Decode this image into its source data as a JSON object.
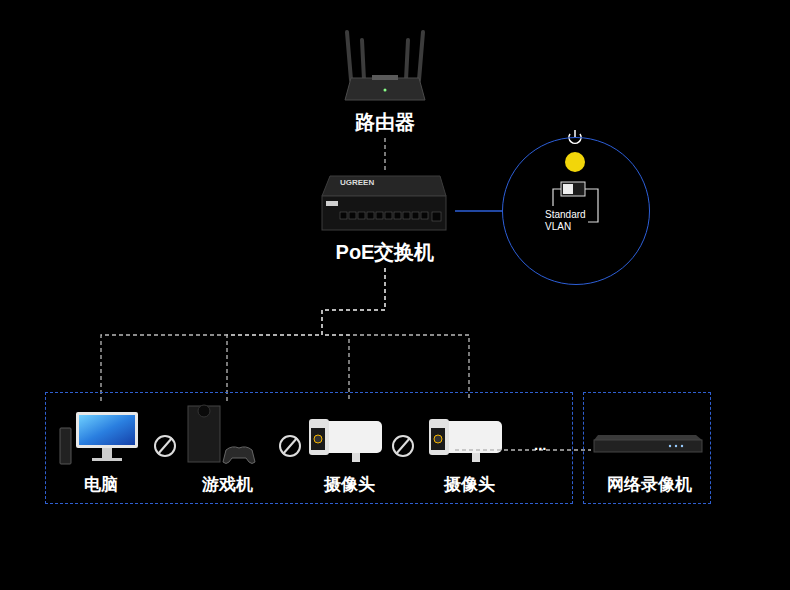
{
  "diagram": {
    "nodes": [
      {
        "text": [
          "路由器"
        ]
      },
      {
        "text": [
          "PoE交换机"
        ]
      },
      {
        "text": [
          "Standard VLAN"
        ]
      },
      {
        "text": []
      },
      {
        "text": [
          "电脑"
        ],
        "in": 3
      },
      {
        "text": [
          "游戏机"
        ],
        "in": 3
      },
      {
        "text": [
          "摄像头"
        ],
        "in": 3
      },
      {
        "text": [
          "摄像头"
        ],
        "in": 3
      },
      {
        "text": []
      },
      {
        "text": [
          "网络录像机"
        ],
        "in": 8
      }
    ],
    "edges": [
      {
        "from": 0,
        "to": 1,
        "arrow": "none"
      },
      {
        "from": 1,
        "to": 2,
        "arrow": "none"
      },
      {
        "from": 1,
        "to": 4,
        "arrow": "none"
      },
      {
        "from": 1,
        "to": 5,
        "arrow": "none"
      },
      {
        "from": 1,
        "to": 6,
        "arrow": "none"
      },
      {
        "from": 1,
        "to": 7,
        "arrow": "none"
      },
      {
        "from": 1,
        "to": 9,
        "arrow": "none"
      }
    ],
    "labels": [
      "UGREEN",
      "..."
    ]
  }
}
